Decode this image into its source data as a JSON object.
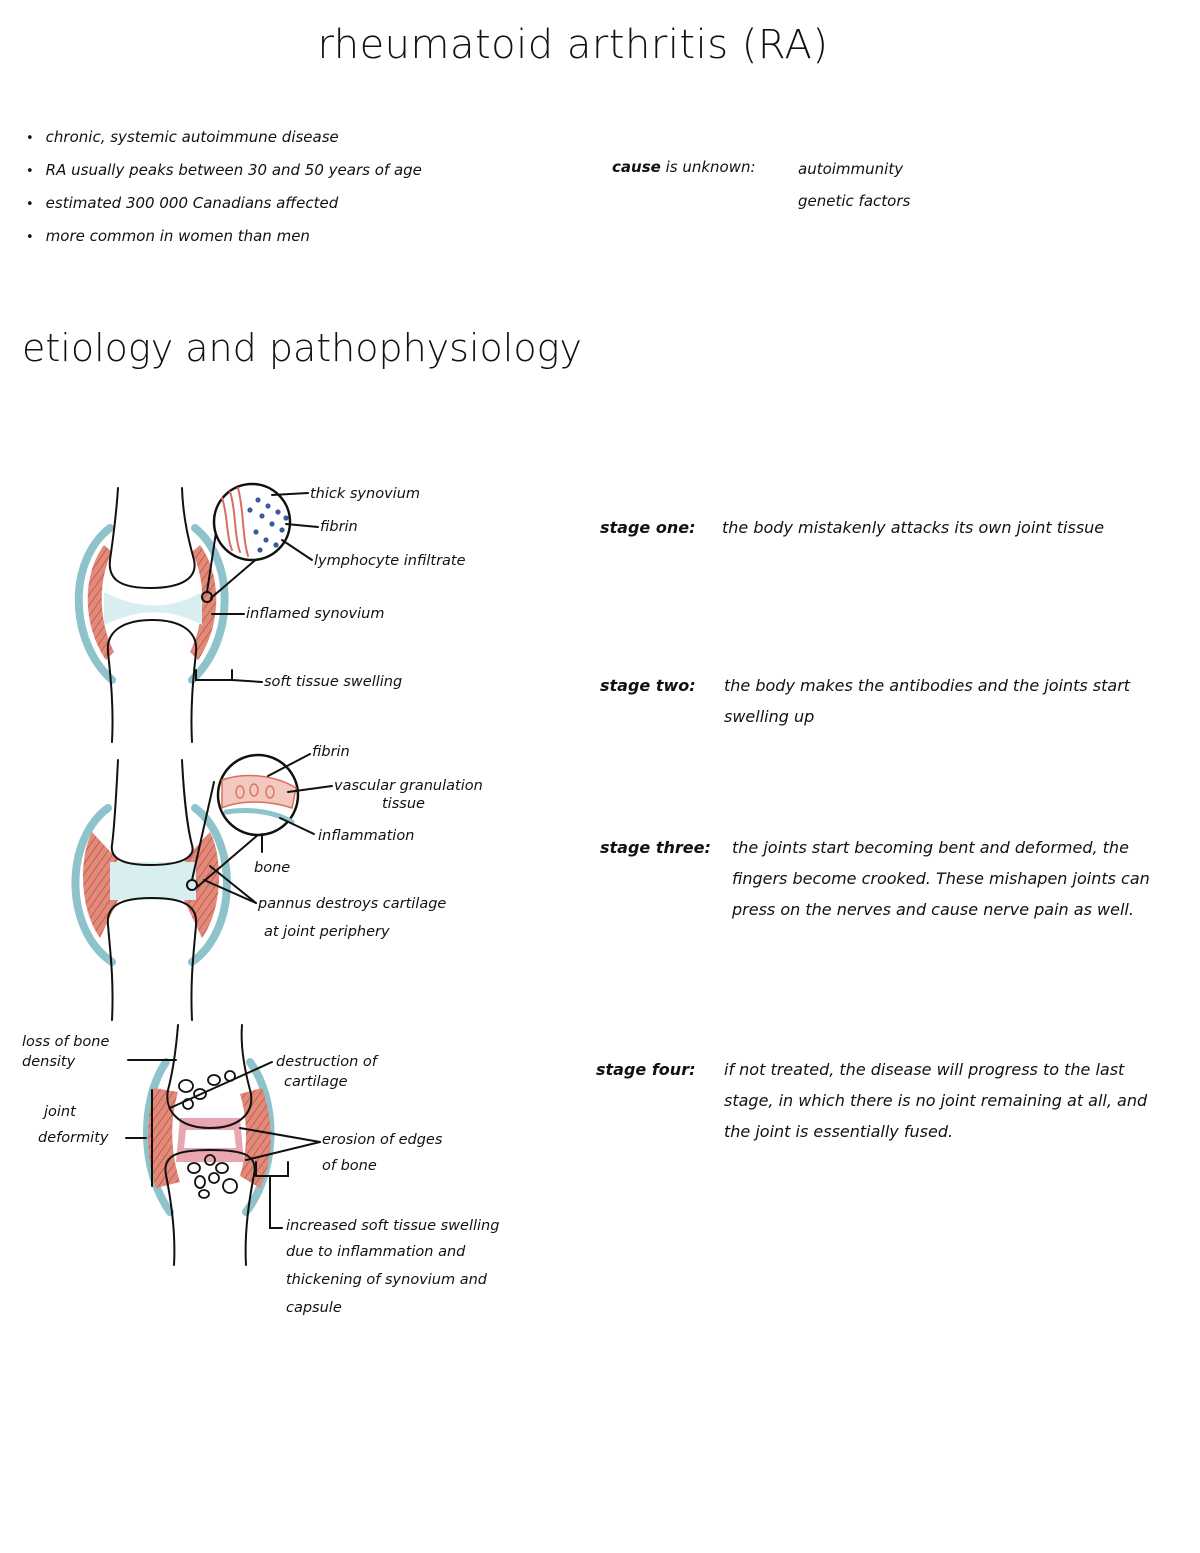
{
  "title": "rheumatoid arthritis (RA)",
  "intro": {
    "bullets": [
      "chronic, systemic autoimmune disease",
      "RA usually peaks between 30 and 50 years of age",
      "estimated 300 000 Canadians affected",
      "more common in women than men"
    ],
    "cause": {
      "label": "cause",
      "text": "is unknown:",
      "factors": [
        "autoimmunity",
        "genetic factors"
      ]
    }
  },
  "section_heading": "etiology and pathophysiology",
  "diagrams": {
    "stage1": {
      "labels": [
        "thick synovium",
        "fibrin",
        "lymphocyte infiltrate",
        "inflamed synovium",
        "soft tissue swelling"
      ]
    },
    "stage2": {
      "labels": [
        "fibrin",
        "vascular granulation",
        "tissue",
        "inflammation",
        "bone",
        "pannus destroys cartilage",
        "at joint periphery"
      ]
    },
    "stage3": {
      "labels": [
        "loss of bone",
        "density",
        "joint",
        "deformity",
        "destruction of",
        "cartilage",
        "erosion of edges",
        "of bone",
        "increased soft tissue swelling",
        "due to inflammation and",
        "thickening of synovium and",
        "capsule"
      ]
    }
  },
  "stages": [
    {
      "label": "stage one:",
      "text": "the body mistakenly attacks its own joint tissue"
    },
    {
      "label": "stage two:",
      "text": "the body makes the antibodies and the joints start swelling up"
    },
    {
      "label": "stage three:",
      "text": "the joints start becoming bent and deformed, the fingers become crooked. These mishapen joints can press on the nerves and cause nerve pain as well."
    },
    {
      "label": "stage four:",
      "text": "if not treated, the disease will progress to the last stage, in which there is no joint remaining at all, and the joint is essentially fused."
    }
  ],
  "colors": {
    "ink": "#111111",
    "synovium_red": "#d9705f",
    "capsule_blue": "#8fc3cc",
    "fluid_blue": "#d8eef0",
    "lymphocyte_blue": "#3c5a9a",
    "pannus": "#c77a8a"
  }
}
